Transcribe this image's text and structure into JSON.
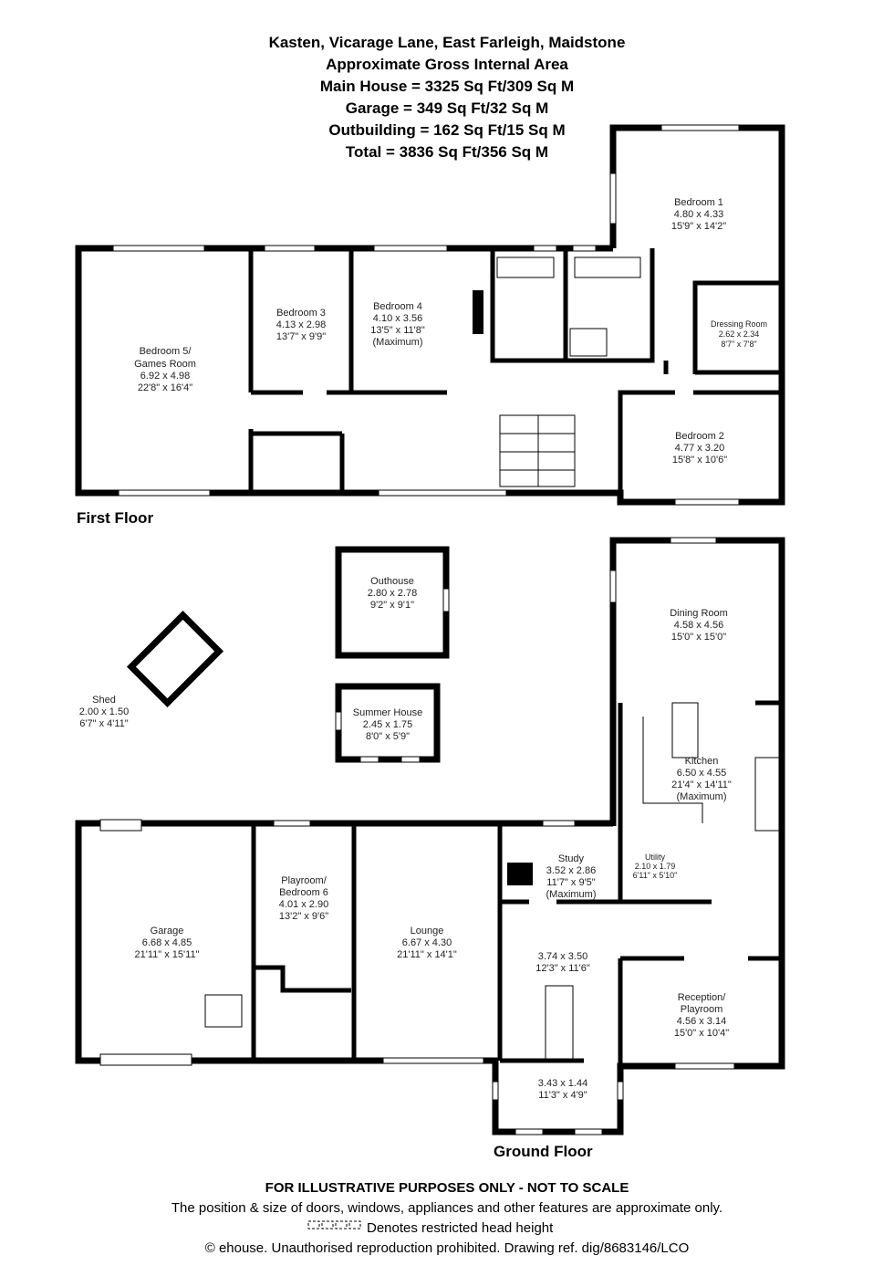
{
  "header": {
    "address": "Kasten, Vicarage Lane, East Farleigh, Maidstone",
    "subtitle": "Approximate Gross Internal Area",
    "main_house": "Main House = 3325 Sq Ft/309 Sq M",
    "garage": "Garage = 349 Sq Ft/32 Sq M",
    "outbuilding": "Outbuilding = 162 Sq Ft/15 Sq M",
    "total": "Total = 3836 Sq Ft/356 Sq M"
  },
  "first_floor": {
    "label": "First Floor",
    "rooms": [
      {
        "name": "Bedroom 5/",
        "name2": "Games Room",
        "metric": "6.92 x 4.98",
        "imperial": "22'8\" x 16'4\""
      },
      {
        "name": "Bedroom 3",
        "metric": "4.13 x 2.98",
        "imperial": "13'7\" x 9'9\""
      },
      {
        "name": "Bedroom 4",
        "metric": "4.10 x 3.56",
        "imperial": "13'5\" x 11'8\"",
        "note": "(Maximum)"
      },
      {
        "name": "Bedroom 1",
        "metric": "4.80 x 4.33",
        "imperial": "15'9\" x 14'2\""
      },
      {
        "name": "Dressing Room",
        "metric": "2.62 x 2.34",
        "imperial": "8'7\" x 7'8\""
      },
      {
        "name": "Bedroom 2",
        "metric": "4.77 x 3.20",
        "imperial": "15'8\" x 10'6\""
      }
    ]
  },
  "outbuildings": [
    {
      "name": "Outhouse",
      "metric": "2.80 x 2.78",
      "imperial": "9'2\" x 9'1\""
    },
    {
      "name": "Summer House",
      "metric": "2.45 x 1.75",
      "imperial": "8'0\" x 5'9\""
    },
    {
      "name": "Shed",
      "metric": "2.00 x 1.50",
      "imperial": "6'7\" x 4'11\""
    }
  ],
  "ground_floor": {
    "label": "Ground Floor",
    "rooms": [
      {
        "name": "Dining Room",
        "metric": "4.58 x 4.56",
        "imperial": "15'0\" x 15'0\""
      },
      {
        "name": "Kitchen",
        "metric": "6.50 x 4.55",
        "imperial": "21'4\" x 14'11\"",
        "note": "(Maximum)"
      },
      {
        "name": "Garage",
        "metric": "6.68 x 4.85",
        "imperial": "21'11\" x 15'11\""
      },
      {
        "name": "Playroom/",
        "name2": "Bedroom 6",
        "metric": "4.01 x 2.90",
        "imperial": "13'2\" x 9'6\""
      },
      {
        "name": "Lounge",
        "metric": "6.67 x 4.30",
        "imperial": "21'11\" x 14'1\""
      },
      {
        "name": "Study",
        "metric": "3.52 x 2.86",
        "imperial": "11'7\" x 9'5\"",
        "note": "(Maximum)"
      },
      {
        "name": "Utility",
        "metric": "2.10 x 1.79",
        "imperial": "6'11\" x 5'10\""
      },
      {
        "name": "",
        "metric": "3.74 x 3.50",
        "imperial": "12'3\" x 11'6\""
      },
      {
        "name": "Reception/",
        "name2": "Playroom",
        "metric": "4.56 x 3.14",
        "imperial": "15'0\" x 10'4\""
      },
      {
        "name": "",
        "metric": "3.43 x 1.44",
        "imperial": "11'3\" x 4'9\""
      }
    ]
  },
  "footer": {
    "disclaimer": "FOR ILLUSTRATIVE PURPOSES ONLY - NOT TO SCALE",
    "note": "The position & size of doors, windows, appliances and other features are approximate only.",
    "legend": "Denotes restricted head height",
    "copyright": "© ehouse. Unauthorised reproduction prohibited. Drawing ref. dig/8683146/LCO"
  }
}
